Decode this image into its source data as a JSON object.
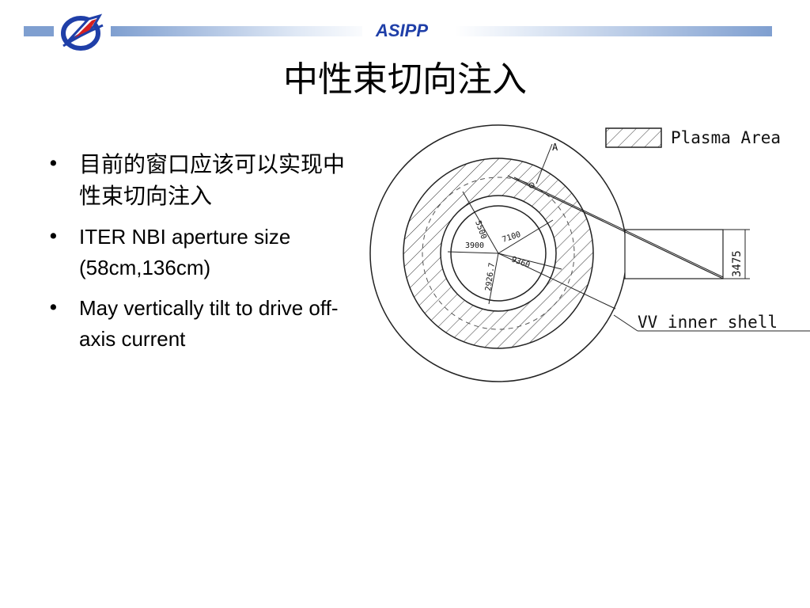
{
  "header": {
    "brand": "ASIPP",
    "logo_icon": "asipp-logo-icon",
    "accent_color": "#1f3fa8",
    "bar_color": "#7f9fd0"
  },
  "slide": {
    "title": "中性束切向注入",
    "bullets": [
      "目前的窗口应该可以实现中性束切向注入",
      "ITER NBI aperture size (58cm,136cm)",
      "May vertically tilt to drive off-axis current"
    ]
  },
  "diagram": {
    "legend_label": "Plasma Area",
    "shell_label": "VV inner shell",
    "section_marker": "A",
    "dimensions": {
      "d5500": "5500",
      "d7100": "7100",
      "d3900": "3900",
      "d9360": "9360",
      "d2926": "2926.7",
      "d3475": "3475"
    }
  }
}
